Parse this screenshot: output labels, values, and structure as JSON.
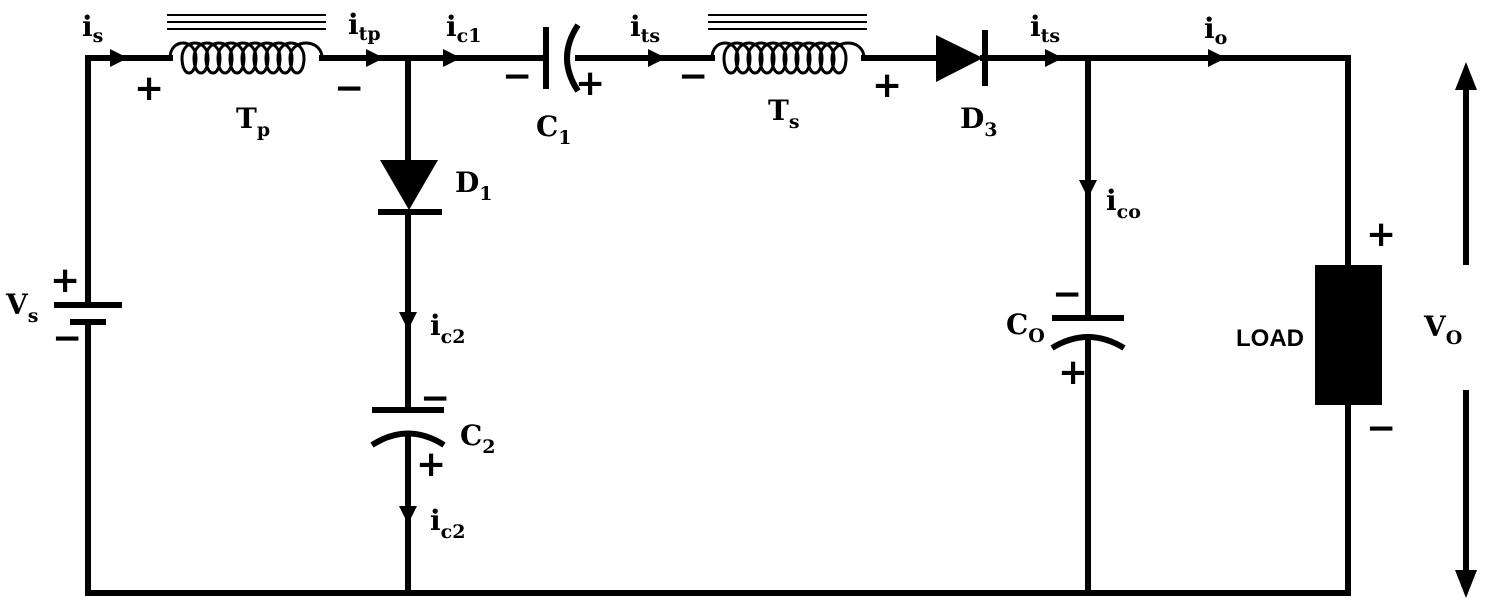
{
  "labels": {
    "is": {
      "main": "i",
      "sub": "s"
    },
    "itp": {
      "main": "i",
      "sub": "tp"
    },
    "ic1": {
      "main": "i",
      "sub": "c1"
    },
    "its_left": {
      "main": "i",
      "sub": "ts"
    },
    "its_right": {
      "main": "i",
      "sub": "ts"
    },
    "io": {
      "main": "i",
      "sub": "o"
    },
    "tp": {
      "main": "T",
      "sub": "p"
    },
    "ts": {
      "main": "T",
      "sub": "s"
    },
    "c1": {
      "main": "C",
      "sub": "1"
    },
    "d3": {
      "main": "D",
      "sub": "3"
    },
    "d1": {
      "main": "D",
      "sub": "1"
    },
    "ic2_upper": {
      "main": "i",
      "sub": "c2"
    },
    "c2": {
      "main": "C",
      "sub": "2"
    },
    "ic2_lower": {
      "main": "i",
      "sub": "c2"
    },
    "ico": {
      "main": "i",
      "sub": "co"
    },
    "co": {
      "main": "C",
      "sub": "O"
    },
    "vs": {
      "main": "V",
      "sub": "s"
    },
    "vo": {
      "main": "V",
      "sub": "O"
    }
  },
  "load": "LOAD",
  "plus": "+",
  "minus": "−"
}
